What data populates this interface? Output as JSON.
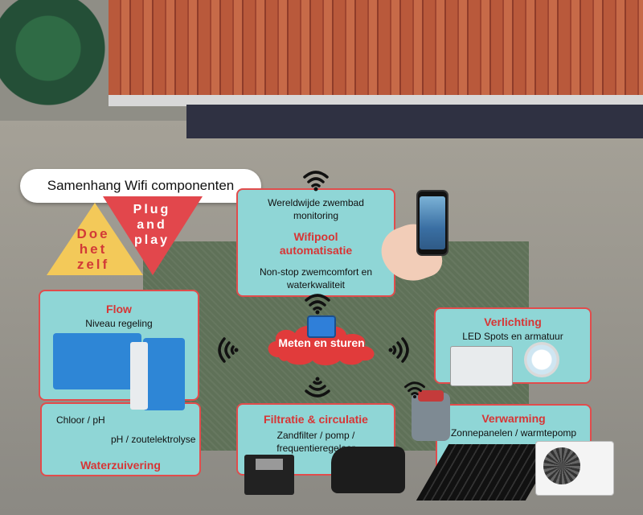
{
  "title": "Samenhang Wifi componenten",
  "badges": {
    "diy_lines": [
      "Doe",
      "het",
      "zelf"
    ],
    "plug_lines": [
      "Plug",
      "and",
      "play"
    ]
  },
  "center": {
    "label": "Meten en sturen"
  },
  "cards": {
    "wifipool": {
      "top_text": "Wereldwijde zwembad monitoring",
      "heading": "Wifipool automatisatie",
      "bottom_text": "Non-stop zwemcomfort en waterkwaliteit"
    },
    "flow": {
      "heading": "Flow",
      "sub": "Niveau regeling"
    },
    "water": {
      "line1": "Chloor / pH",
      "line2": "pH / zoutelektrolyse",
      "heading": "Waterzuivering"
    },
    "light": {
      "heading": "Verlichting",
      "sub": "LED Spots en armatuur"
    },
    "filter": {
      "heading": "Filtratie & circulatie",
      "sub": "Zandfilter / pomp / frequentieregelaar"
    },
    "heat": {
      "heading": "Verwarming",
      "sub": "Zonnepanelen / warmtepomp"
    }
  },
  "colors": {
    "card_fill": "#8fd6d6",
    "card_border": "#e14c4c",
    "heading_red": "#d73535",
    "badge_yellow": "#f3c959",
    "badge_red": "#e2474c"
  },
  "icons": [
    "wifi-icon",
    "smartphone-icon",
    "controller-icon",
    "cloud-icon"
  ]
}
